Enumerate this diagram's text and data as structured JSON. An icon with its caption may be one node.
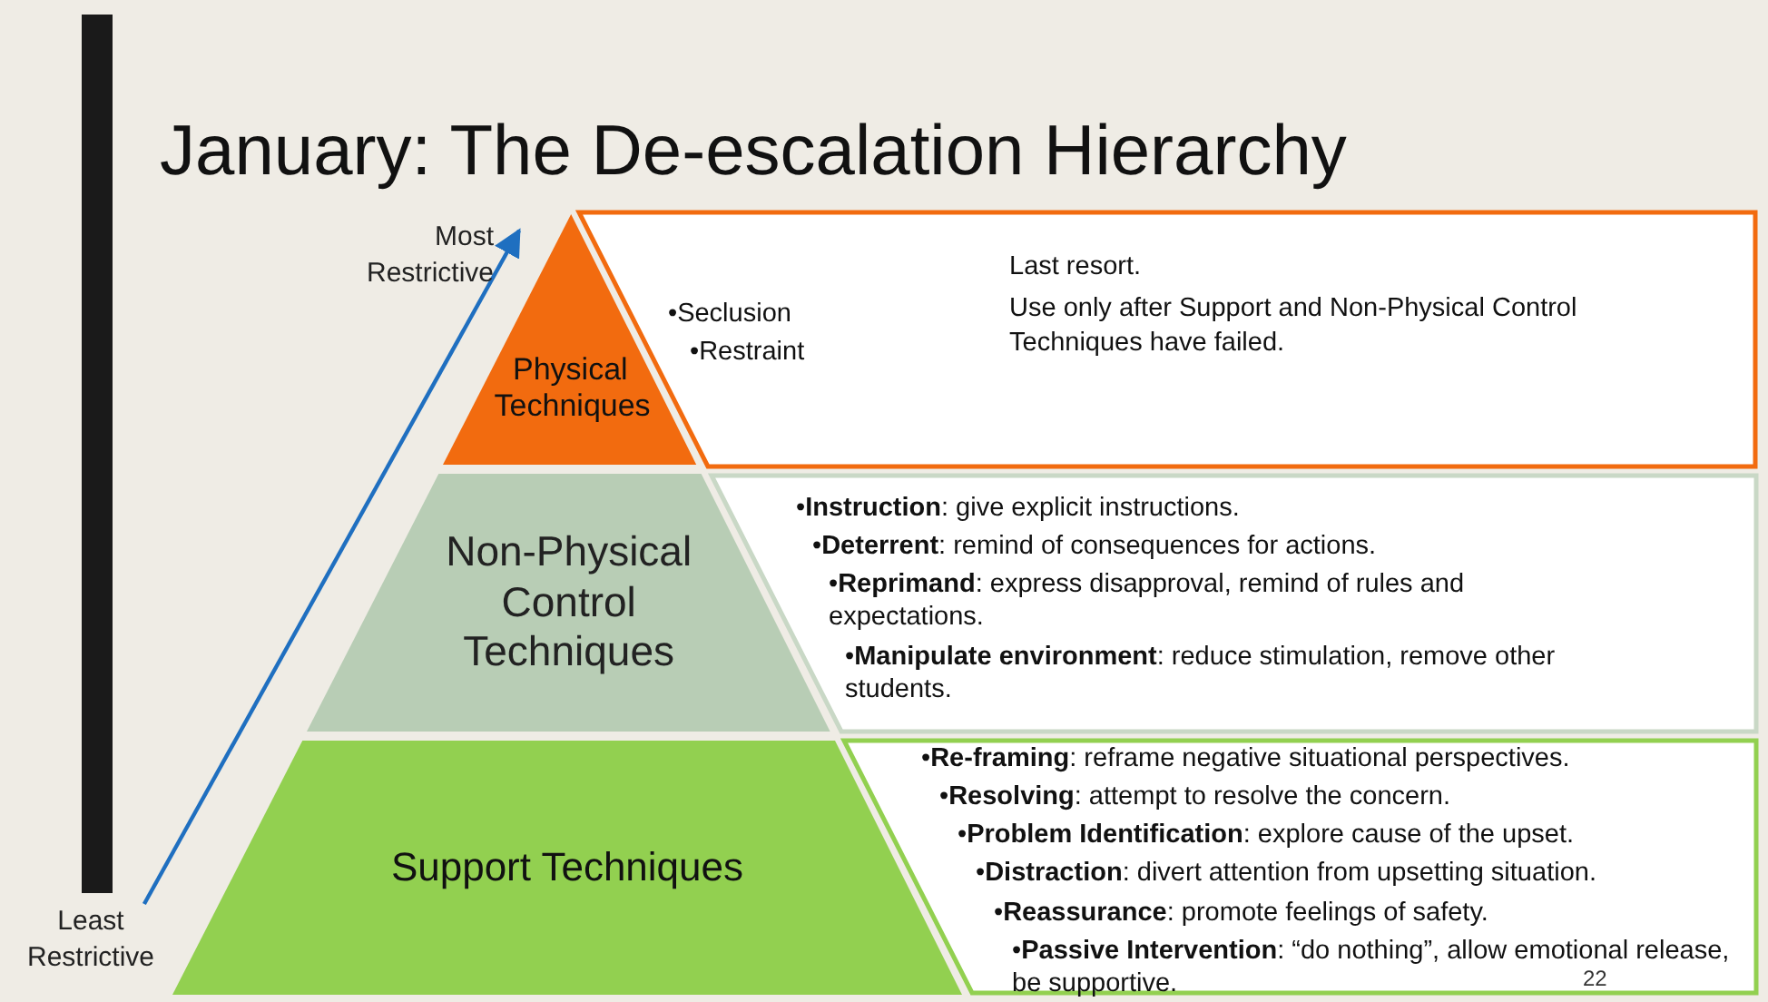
{
  "diagram": {
    "title": "January: The De-escalation Hierarchy",
    "nodes": [
      {
        "text": [
          "Physical Techniques"
        ]
      },
      {
        "text": [
          "•Seclusion",
          "•Restraint",
          "Last resort.",
          "Use only after Support and Non-Physical Control Techniques have failed."
        ]
      },
      {
        "text": [
          "Non-Physical Control Techniques"
        ]
      },
      {
        "text": [
          "•**Instruction**: give explicit instructions.",
          "•**Deterrent**: remind of consequences for actions.",
          "•**Reprimand**: express disapproval, remind of rules and expectations.",
          "•**Manipulate environment**: reduce stimulation, remove other students."
        ]
      },
      {
        "text": [
          "Support Techniques"
        ]
      },
      {
        "text": [
          "•**Re-framing**: reframe negative situational perspectives.",
          "•**Resolving**: attempt to resolve the concern.",
          "•**Problem Identification**: explore cause of the upset.",
          "•**Distraction**: divert attention from upsetting situation.",
          "•**Reassurance**: promote feelings of safety.",
          "•**Passive Intervention**: “do nothing”, allow emotional release, be supportive."
        ]
      },
      {
        "text": [
          "Most Restrictive"
        ]
      },
      {
        "text": [
          "Least Restrictive"
        ]
      },
      {
        "text": [],
        "shape": "bar"
      }
    ],
    "edges": [
      {
        "from": 7,
        "to": 6,
        "arrow": "to"
      }
    ],
    "labels": [
      "22"
    ]
  }
}
